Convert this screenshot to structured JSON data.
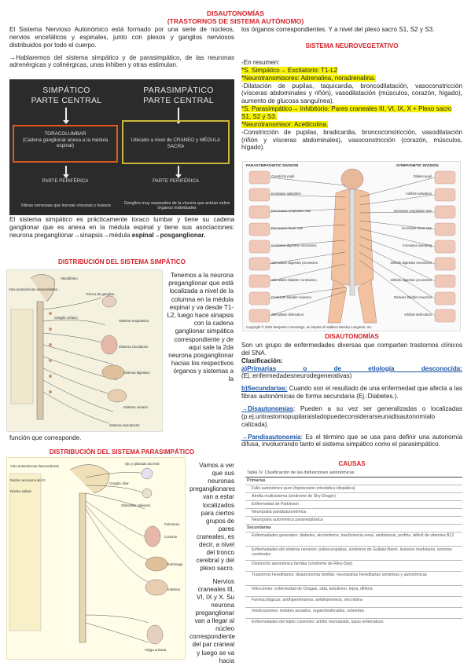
{
  "header": {
    "title": "DISAUTONOMÍAS",
    "subtitle": "(TRASTORNOS DE SISTEMA AUTÓNOMO)"
  },
  "left": {
    "intro": "El Sistema Nervioso Autonómico está formado por una serie de núcleos, nervios encefálicos y espinales, junto con plexos y ganglios nerviosos distribuidos por todo el cuerpo.",
    "speak": "→Hablaremos del sistema simpático y de parasimpático, de las neuronas adrenérgicas y colinérgicas, unas inhiben y otras estimulan.",
    "diagram": {
      "simp_title": "SIMPÁTICO",
      "simp_sub": "PARTE CENTRAL",
      "para_title": "PARASIMPÁTICO",
      "para_sub": "PARTE CENTRAL",
      "simp_box_title": "TORACOLUMBAR",
      "simp_box_text": "(Cadena ganglionar anexa a la médula espinal)",
      "para_box_text": "Ubicado a nivel de CRANEO y MÉDULA SACRA",
      "simp_peri": "PARTE PERIFÉRICA",
      "para_peri": "PARTE PERIFÉRICA",
      "simp_peri_text": "Fibras nerviosas que inervan vísceras y huesos",
      "para_peri_text": "Ganglios muy separados de la víscera que actúan sobre órganos individuales"
    },
    "simp_desc_a": "El sistema simpático es prácticamente toraco lumbar y tiene su cadena ganglionar que es anexa en la médula espinal y tiene sus asociaciones: neurona preganglionar→sinapsis→médula ",
    "simp_desc_b": "espinal→posganglionar.",
    "dist_simp_title": "DISTRIBUCIÓN DEL SISTEMA SIMPÁTICO",
    "dist_simp_text": "Tenemos a la neurona preganglionar que está localizada a nivel de la columna en la médula espinal y va desde T1-L2, luego hace sinapsis con la cadena ganglionar simpática correspondiente y de aquí sale la 2da neurona posganglionar hacias los respectivos órganos y sistemas a la",
    "dist_simp_cont": "función que corresponde.",
    "simp_img_labels": [
      "Hipotálamo",
      "Vías autonómicas descendentes",
      "Tronco de ganglios",
      "Ganglio celíaco",
      "Sistema circulatorio",
      "Sistema respiratorio",
      "Sistema digestivo",
      "Sistema urinario",
      "Sistema reproductor"
    ],
    "dist_para_title": "DISTRIBUCIÓN DEL SISTEMA PARASIMPÁTICO",
    "dist_para_text": "Vamos a ver que sus neuronas preganglionares van a estar localizados para ciertos grupos de pares craneales, es decir, a nivel del tronco cerebral y del plexo sacro.",
    "dist_para_text2": "Nervios craneales III, VI, IX y X. Su neurona preganglionar van a llegar al núcleo correspondiente del par craneal y luego se va hacia",
    "para_img_labels": [
      "Vías autonómicas descendentes",
      "Núcleo accesorio del III",
      "Núcleo salivar",
      "Ganglio ciliar",
      "Ojo y glándula lacrimal",
      "Glándulas salivares",
      "Corazón",
      "Pulmones",
      "Estómago",
      "Intestino",
      "Vejiga urinaria"
    ]
  },
  "right": {
    "cont": "los órganos correspondientes. Y a nivel del plexo sacro S1, S2 y S3.",
    "sn_title": "SISTEMA NEUROVEGETATIVO",
    "resumen": "-En resumen:",
    "s_simp": "*S. Simpático→ Excitatorio: T1-L2",
    "s_neuro": "*Neurotransmisores: Adrenalina, noradrenalina.",
    "s_dil": "-Dilatación de pupilas, taquicardia, broncodilatación, vasoconstricción (vísceras abdominales y riñón), vasodilatación (músculos, corazón, hígado), aumento de glucosa sanguínea).",
    "p_para": "*S. Parasimpático→ Inhibitorio: Pares craneales III, VI, IX, X + Plexo sacro S1, S2 y S3.",
    "p_neuro": "*Neurotransmisor: Acetilcolina.",
    "p_cons": "-Constricción de pupilas, bradicardia, broncoconstricción, vasodilatación (riñón y vísceras abdominales), vasoconstricción (corazón, músculos, hígado).",
    "fig_header_l": "PARASYMPATHETIC DIVISION",
    "fig_header_r": "SYMPATHETIC DIVISION",
    "fig_left_labels": [
      "Constricts pupil",
      "Increases salivation",
      "Decreases respiration rate",
      "Decreases heart rate",
      "Increases digestive secretions",
      "Stimulates digestive processes",
      "Stimulates bladder contraction",
      "Contracts bladder muscles",
      "Stimulates defecation"
    ],
    "fig_right_labels": [
      "Dilates pupil",
      "Inhibits salivation",
      "Increases respiration rate",
      "Increases heart rate",
      "Increases sweating",
      "Inhibits digestive secretions",
      "Inhibits digestive processes",
      "Relaxes bladder muscles",
      "Inhibits defecation"
    ],
    "fig_copyright": "Copyright © 2001 Benjamin Cummings, an imprint of Addison Wesley Longman, Inc.",
    "dis_title": "DISAUTONOMÍAS",
    "dis_def": "Son un grupo de enfermedades diversas que comparten trastornos clínicos del SNA.",
    "clas": "Clasificación:",
    "prim_lbl": "a)Primarias o de etiología desconocida:",
    "prim_txt": "(Ej.:enfermedadesneurodegenerativas)",
    "sec_lbl": "b)Secundarias:",
    "sec_txt": " Cuando son el resultado de una enfermedad que afecta a las fibras autonómicas de forma secundaria (Ej.:Diabetes.).",
    "dis_lbl": "→Disautonomías",
    "dis_txt": ": Pueden a su vez ser generalizadas o localizadas (p.ej.untrastornopupilaraisladopuedeconsiderarseunadisautonomíalo calizada).",
    "pan_lbl": "→Pandisautonomía",
    "pan_txt": ": Es el término que se usa para definir una autonomía difusa, involucrando tanto el sistema simpático como el parasimpático.",
    "causas_title": "CAUSAS",
    "table_title": "Tabla IV. Clasificación de las disfunciones autonómicas",
    "table_rows": [
      "Primarias",
      "Fallo autonómico puro (hipotensión ortostática idiopática)",
      "Atrofia multisistema (síndrome de Shy-Drager)",
      "Enfermedad de Parkinson",
      "Neuropatía pandisautonómica",
      "Neuropatía autonómica paraneoplásica",
      "Secundarias",
      "Enfermedades generales: diabetes, alcoholismo, insuficiencia renal, amiloidosis, porfiria, déficit de vitamina B12",
      "Enfermedades del sistema nervioso: polineuropatías, síndrome de Guillain-Barré, lesiones medulares, tumores cerebrales",
      "Disfunción autonómica familiar (síndrome de Riley-Day)",
      "Trastornos hereditarios: disautonomía familiar, neuropatías hereditarias sensitivas y autonómicas",
      "Infecciones: enfermedad de Chagas, sida, botulismo, lepra, difteria",
      "Farmacológicas: antihipertensivos, antidepresivos, vincristina",
      "Intoxicaciones: metales pesados, organofosforados, solventes",
      "Enfermedades del tejido conectivo: artritis reumatoide, lupus eritematoso"
    ]
  },
  "colors": {
    "red": "#d4232a",
    "blue": "#1a54a6",
    "highlight": "#f6f200",
    "dark": "#2b2b2b",
    "orange": "#e05a20",
    "gold": "#c9b83a"
  }
}
